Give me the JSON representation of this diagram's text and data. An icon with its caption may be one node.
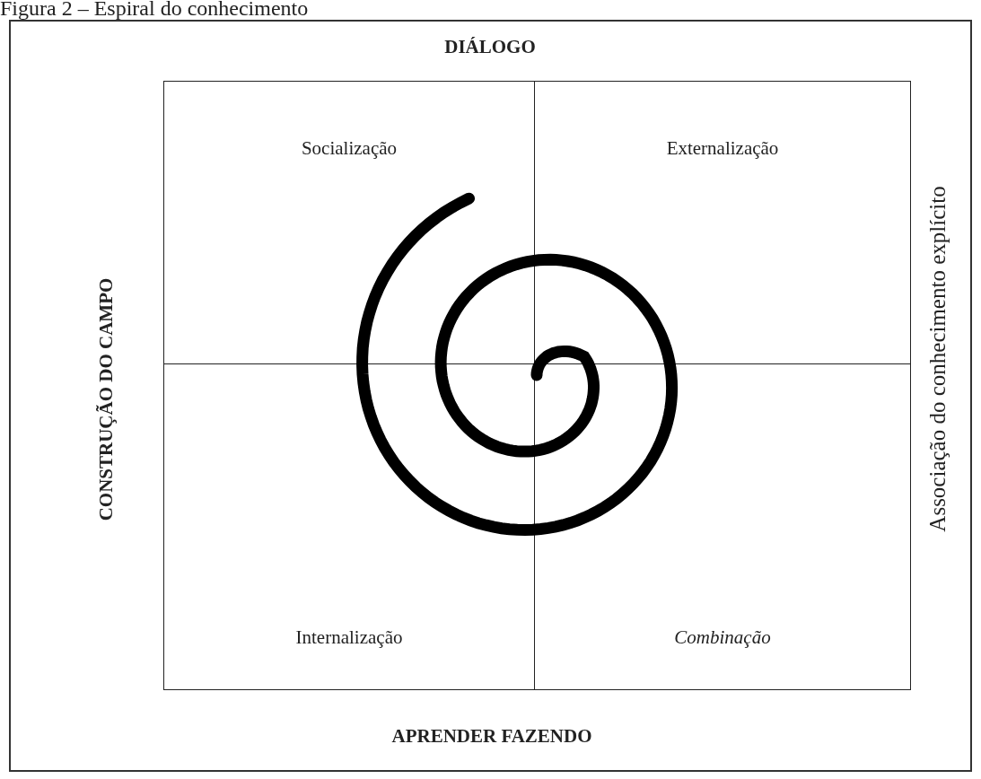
{
  "diagram": {
    "title": "Figura 2 – Espiral do conhecimento",
    "nodes": [
      {
        "text": [
          "Socialização"
        ]
      },
      {
        "text": [
          "Externalização"
        ]
      },
      {
        "text": [
          "Internalização"
        ]
      },
      {
        "text": [
          "Combinação"
        ]
      }
    ],
    "edges": [],
    "labels": [
      "DIÁLOGO",
      "CONSTRUÇÃO DO CAMPO",
      "Associação do conhecimento explícito",
      "APRENDER FAZENDO"
    ]
  }
}
